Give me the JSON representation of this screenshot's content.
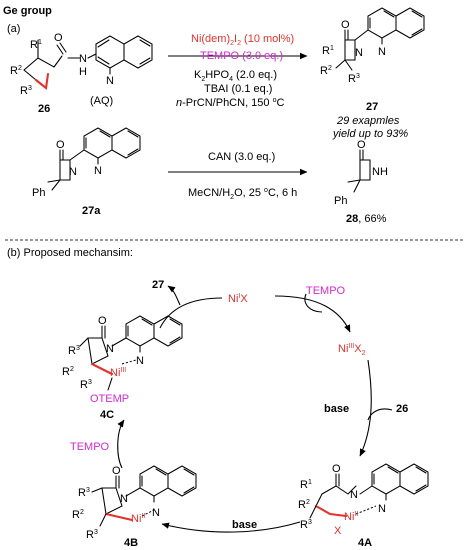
{
  "scheme": {
    "title": "Ge group",
    "part_a": {
      "label": "(a)",
      "substrate": {
        "id": "26",
        "aux": "(AQ)",
        "r1": "R",
        "r1_sup": "1",
        "r2": "R",
        "r2_sup": "2",
        "r3": "R",
        "r3_sup": "3",
        "o": "O",
        "nh": "N",
        "h": "H",
        "n": "N"
      },
      "reagents_top": [
        "Ni(dem)",
        "2",
        "I",
        "2",
        " (10 mol%)"
      ],
      "tempo_line": "TEMPO (3.0 eq.)",
      "cond_k2hpo4": {
        "k": "K",
        "two": "2",
        "rest": "HPO",
        "four": "4",
        "eq": " (2.0 eq.)"
      },
      "cond_tbai": "TBAI (0.1 eq.)",
      "cond_solvent": {
        "n": "n",
        "rest": "-PrCN/PhCN, 150 ",
        "deg": "o",
        "c": "C"
      },
      "product": {
        "id": "27",
        "o": "O",
        "n": "N",
        "n2": "N",
        "r1": "R",
        "r1_sup": "1",
        "r2": "R",
        "r2_sup": "2",
        "r3": "R",
        "r3_sup": "3"
      },
      "note_line1": "29 exapmles",
      "note_line2": "yield up to 93%",
      "deprot_start": {
        "id": "27a",
        "o": "O",
        "n": "N",
        "n2": "N",
        "ph": "Ph"
      },
      "deprot_cond_top": "CAN (3.0 eq.)",
      "deprot_cond_bottom": {
        "text": "MeCN/H",
        "two": "2",
        "rest": "O, 25 ",
        "deg": "o",
        "c": "C, 6 h"
      },
      "deprot_product": {
        "id": "28",
        "yield": ", 66%",
        "o": "O",
        "nh": "NH",
        "ph": "Ph"
      }
    },
    "part_b": {
      "label": "(b) Proposed mechansim:",
      "ni1": {
        "ni": "Ni",
        "ox": "I",
        "x": "X"
      },
      "ni3": {
        "ni": "Ni",
        "ox": "III",
        "x": "X",
        "sub": "2"
      },
      "tempo_top": "TEMPO",
      "tempo_left": "TEMPO",
      "base_right": "base",
      "base_bottom": "base",
      "input_26": "26",
      "output_27": "27",
      "int_4A": {
        "id": "4A",
        "ni": "Ni",
        "ox": "II",
        "x": "X",
        "o": "O",
        "n": "N",
        "n2": "N",
        "r1": "R",
        "r1_sup": "1",
        "r2": "R",
        "r2_sup": "2",
        "r3": "R",
        "r3_sup": "3"
      },
      "int_4B": {
        "id": "4B",
        "ni": "Ni",
        "ox": "II",
        "o": "O",
        "n": "N",
        "n2": "N",
        "r3a": "R",
        "r3a_sup": "3",
        "r2": "R",
        "r2_sup": "2",
        "r3b": "R",
        "r3b_sup": "3"
      },
      "int_4C": {
        "id": "4C",
        "ni": "Ni",
        "ox": "III",
        "otemp": "OTEMP",
        "o": "O",
        "n": "N",
        "n2": "N",
        "r3a": "R",
        "r3a_sup": "3",
        "r2": "R",
        "r2_sup": "2",
        "r3b": "R",
        "r3b_sup": "3"
      }
    }
  }
}
